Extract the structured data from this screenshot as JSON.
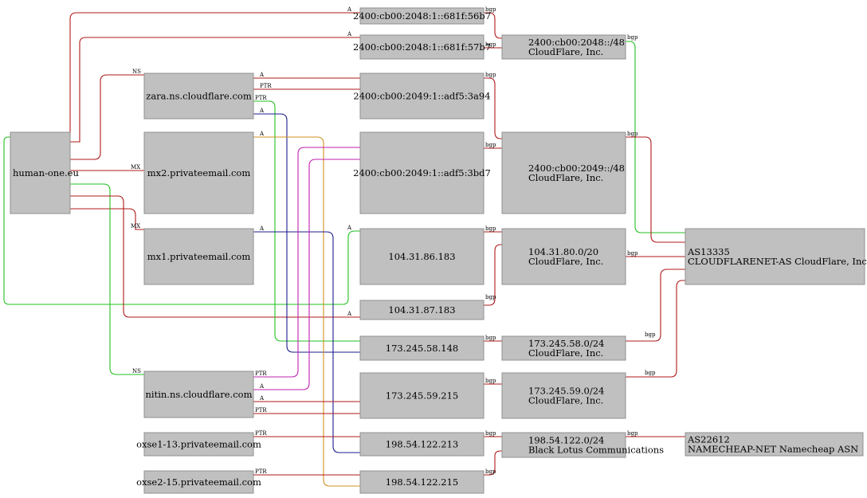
{
  "colors": {
    "red": "#b01818",
    "green": "#22c022",
    "blue": "#1c1c8c",
    "magenta": "#c020b0",
    "orange": "#d09020",
    "node_fill": "#c0c0c0"
  },
  "nodes": {
    "human": {
      "lines": [
        "human-one.eu"
      ]
    },
    "zara": {
      "lines": [
        "zara.ns.cloudflare.com"
      ]
    },
    "mx2": {
      "lines": [
        "mx2.privateemail.com"
      ]
    },
    "mx1": {
      "lines": [
        "mx1.privateemail.com"
      ]
    },
    "nitin": {
      "lines": [
        "nitin.ns.cloudflare.com"
      ]
    },
    "oxse1": {
      "lines": [
        "oxse1-13.privateemail.com"
      ]
    },
    "oxse2": {
      "lines": [
        "oxse2-15.privateemail.com"
      ]
    },
    "ip6_56b7": {
      "lines": [
        "2400:cb00:2048:1::681f:56b7"
      ]
    },
    "ip6_57b7": {
      "lines": [
        "2400:cb00:2048:1::681f:57b7"
      ]
    },
    "ip6_3a94": {
      "lines": [
        "2400:cb00:2049:1::adf5:3a94"
      ]
    },
    "ip6_3bd7": {
      "lines": [
        "2400:cb00:2049:1::adf5:3bd7"
      ]
    },
    "ip_86": {
      "lines": [
        "104.31.86.183"
      ]
    },
    "ip_87": {
      "lines": [
        "104.31.87.183"
      ]
    },
    "ip_58": {
      "lines": [
        "173.245.58.148"
      ]
    },
    "ip_59": {
      "lines": [
        "173.245.59.215"
      ]
    },
    "ip_213": {
      "lines": [
        "198.54.122.213"
      ]
    },
    "ip_215": {
      "lines": [
        "198.54.122.215"
      ]
    },
    "pfx_2048": {
      "lines": [
        "2400:cb00:2048::/48",
        "CloudFlare, Inc."
      ]
    },
    "pfx_2049": {
      "lines": [
        "2400:cb00:2049::/48",
        "CloudFlare, Inc."
      ]
    },
    "pfx_104": {
      "lines": [
        "104.31.80.0/20",
        "CloudFlare, Inc."
      ]
    },
    "pfx_58": {
      "lines": [
        "173.245.58.0/24",
        "CloudFlare, Inc."
      ]
    },
    "pfx_59": {
      "lines": [
        "173.245.59.0/24",
        "CloudFlare, Inc."
      ]
    },
    "pfx_198": {
      "lines": [
        "198.54.122.0/24",
        "Black Lotus Communications"
      ]
    },
    "as13335": {
      "lines": [
        "AS13335",
        "CLOUDFLARENET-AS CloudFlare, Inc."
      ]
    },
    "as22612": {
      "lines": [
        "AS22612",
        "NAMECHEAP-NET Namecheap ASN"
      ]
    }
  },
  "edges": [
    {
      "from": "human",
      "to": "ip6_56b7",
      "label": "A",
      "color": "red"
    },
    {
      "from": "human",
      "to": "ip6_57b7",
      "label": "A",
      "color": "red"
    },
    {
      "from": "human",
      "to": "zara",
      "label": "NS",
      "color": "red"
    },
    {
      "from": "human",
      "to": "mx2",
      "label": "MX",
      "color": "red"
    },
    {
      "from": "human",
      "to": "mx1",
      "label": "MX",
      "color": "red"
    },
    {
      "from": "human",
      "to": "nitin",
      "label": "NS",
      "color": "green"
    },
    {
      "from": "human",
      "to": "ip_86",
      "label": "A",
      "color": "green"
    },
    {
      "from": "human",
      "to": "ip_87",
      "label": "A",
      "color": "red"
    },
    {
      "from": "zara",
      "to": "ip6_3a94",
      "label": "A",
      "color": "red"
    },
    {
      "from": "zara",
      "to": "ip6_3a94",
      "label": "PTR",
      "color": "red"
    },
    {
      "from": "zara",
      "to": "ip_58",
      "label": "PTR",
      "color": "green"
    },
    {
      "from": "zara",
      "to": "ip_58",
      "label": "A",
      "color": "blue"
    },
    {
      "from": "mx2",
      "to": "ip_215",
      "label": "A",
      "color": "orange"
    },
    {
      "from": "mx1",
      "to": "ip_213",
      "label": "A",
      "color": "blue"
    },
    {
      "from": "nitin",
      "to": "ip6_3bd7",
      "label": "PTR",
      "color": "magenta"
    },
    {
      "from": "nitin",
      "to": "ip6_3bd7",
      "label": "A",
      "color": "magenta"
    },
    {
      "from": "nitin",
      "to": "ip_59",
      "label": "A",
      "color": "red"
    },
    {
      "from": "nitin",
      "to": "ip_59",
      "label": "PTR",
      "color": "red"
    },
    {
      "from": "oxse1",
      "to": "ip_213",
      "label": "PTR",
      "color": "red"
    },
    {
      "from": "oxse2",
      "to": "ip_215",
      "label": "PTR",
      "color": "red"
    },
    {
      "from": "ip6_56b7",
      "to": "pfx_2048",
      "label": "bgp",
      "color": "red"
    },
    {
      "from": "ip6_57b7",
      "to": "pfx_2048",
      "label": "bgp",
      "color": "red"
    },
    {
      "from": "ip6_3a94",
      "to": "pfx_2049",
      "label": "bgp",
      "color": "red"
    },
    {
      "from": "ip6_3bd7",
      "to": "pfx_2049",
      "label": "bgp",
      "color": "red"
    },
    {
      "from": "ip_86",
      "to": "pfx_104",
      "label": "bgp",
      "color": "red"
    },
    {
      "from": "ip_87",
      "to": "pfx_104",
      "label": "bgp",
      "color": "red"
    },
    {
      "from": "ip_58",
      "to": "pfx_58",
      "label": "bgp",
      "color": "red"
    },
    {
      "from": "ip_59",
      "to": "pfx_59",
      "label": "bgp",
      "color": "red"
    },
    {
      "from": "ip_213",
      "to": "pfx_198",
      "label": "bgp",
      "color": "red"
    },
    {
      "from": "ip_215",
      "to": "pfx_198",
      "label": "bgp",
      "color": "red"
    },
    {
      "from": "pfx_2048",
      "to": "as13335",
      "label": "bgp",
      "color": "green"
    },
    {
      "from": "pfx_2049",
      "to": "as13335",
      "label": "bgp",
      "color": "red"
    },
    {
      "from": "pfx_104",
      "to": "as13335",
      "label": "bgp",
      "color": "red"
    },
    {
      "from": "pfx_58",
      "to": "as13335",
      "label": "bgp",
      "color": "red"
    },
    {
      "from": "pfx_59",
      "to": "as13335",
      "label": "bgp",
      "color": "red"
    },
    {
      "from": "pfx_198",
      "to": "as22612",
      "label": "bgp",
      "color": "red"
    }
  ]
}
